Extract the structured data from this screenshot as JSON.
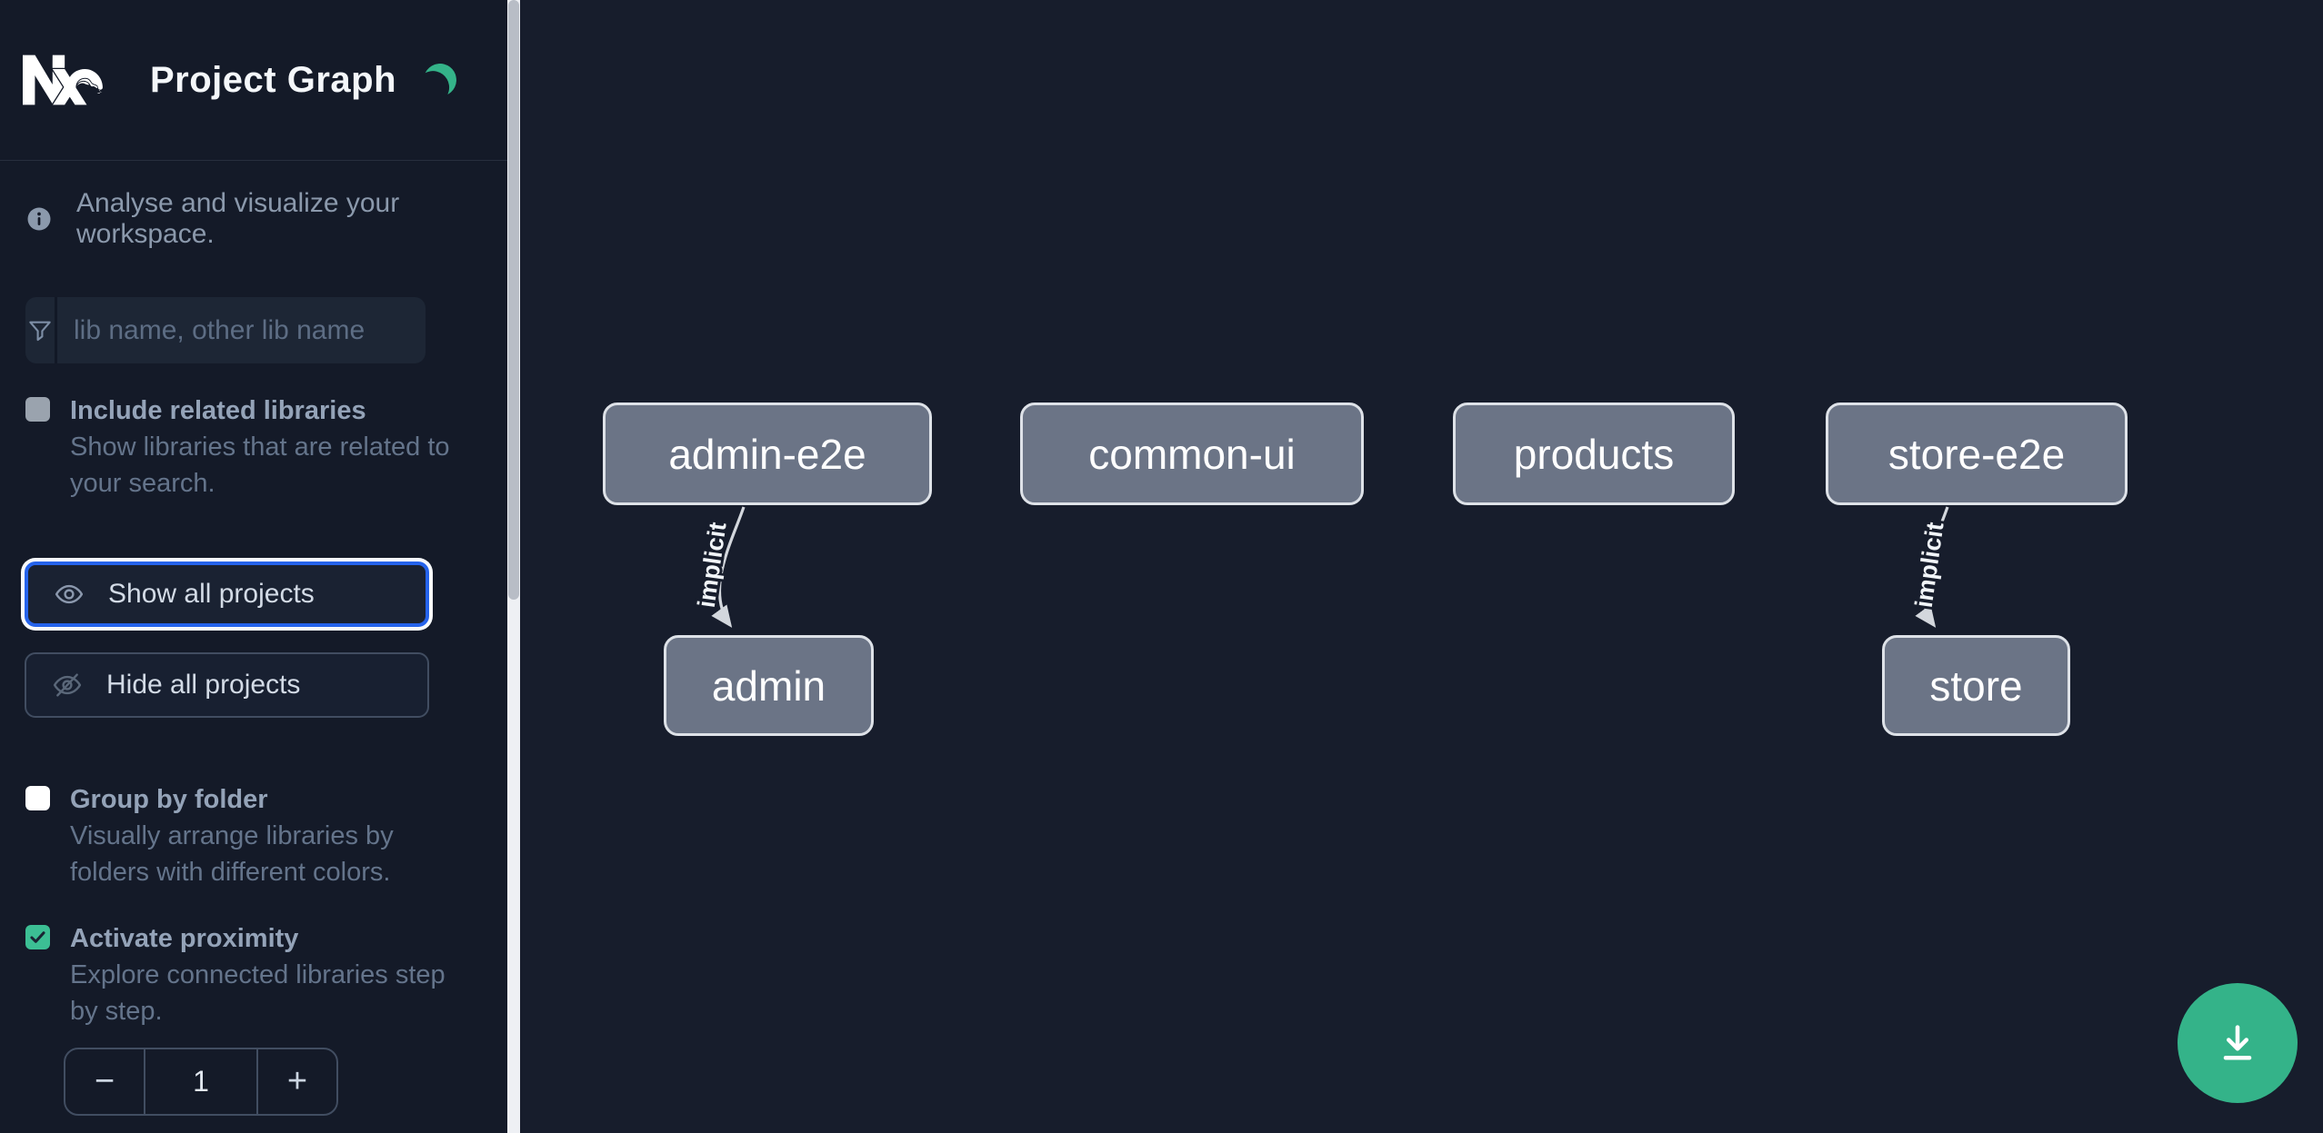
{
  "header": {
    "title": "Project Graph",
    "logo": "nx-logo",
    "theme_toggle": "moon-icon"
  },
  "sidebar": {
    "info_text": "Analyse and visualize your workspace.",
    "search": {
      "placeholder": "lib name, other lib name",
      "value": "",
      "icon": "filter-funnel-icon"
    },
    "buttons": {
      "show_all": "Show all projects",
      "hide_all": "Hide all projects"
    },
    "options": [
      {
        "label": "Include related libraries",
        "description": "Show libraries that are related to your search.",
        "checked": false,
        "style": "gray"
      },
      {
        "label": "Group by folder",
        "description": "Visually arrange libraries by folders with different colors.",
        "checked": false,
        "style": "white"
      },
      {
        "label": "Activate proximity",
        "description": "Explore connected libraries step by step.",
        "checked": true,
        "style": "green"
      }
    ],
    "proximity_stepper": {
      "decrement": "−",
      "value": "1",
      "increment": "+"
    }
  },
  "graph": {
    "nodes": [
      {
        "label": "admin-e2e"
      },
      {
        "label": "common-ui"
      },
      {
        "label": "products"
      },
      {
        "label": "store-e2e"
      },
      {
        "label": "admin"
      },
      {
        "label": "store"
      }
    ],
    "edges": [
      {
        "source": "admin-e2e",
        "target": "admin",
        "label": "implicit"
      },
      {
        "source": "store-e2e",
        "target": "store",
        "label": "implicit"
      }
    ]
  },
  "fab": {
    "icon": "download-icon"
  },
  "palette": {
    "accent_green": "#34b389",
    "checkbox_green": "#3cbf94",
    "focus_blue": "#2563eb",
    "sidebar_bg": "#141a28",
    "canvas_bg": "#171d2c",
    "node_fill": "#6b7486",
    "node_border": "#dee2e8",
    "edge_color": "#d3d7dd",
    "label_text": "#94a3b8",
    "description_text": "#64748b"
  }
}
